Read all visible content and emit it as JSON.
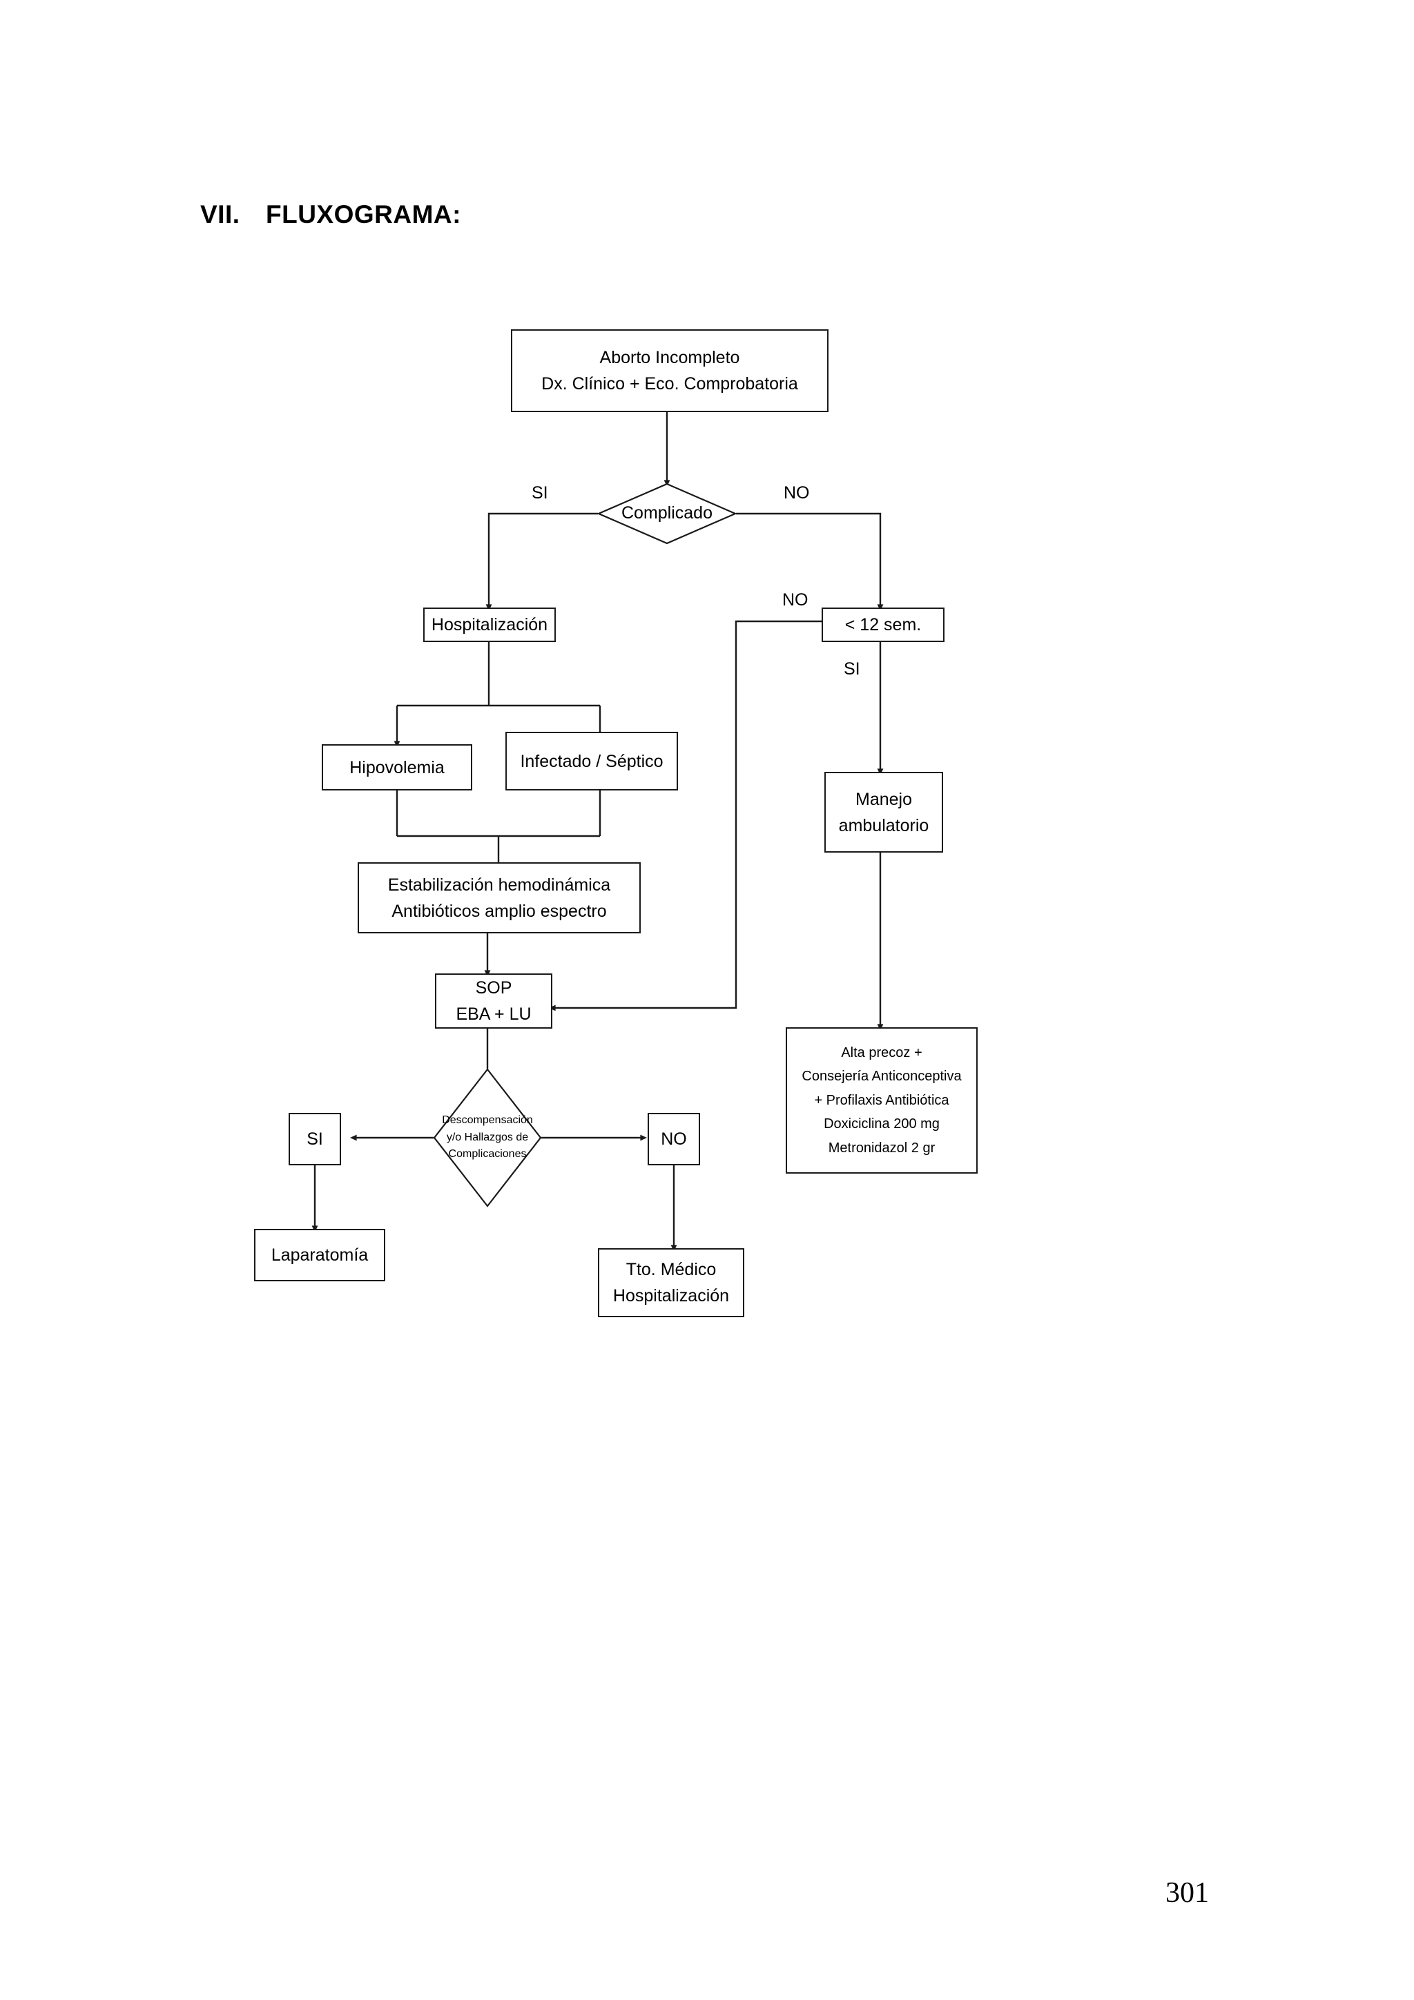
{
  "document": {
    "section_number": "VII.",
    "section_title": "FLUXOGRAMA:",
    "page_number": "301"
  },
  "flowchart": {
    "nodes": {
      "start": {
        "line1": "Aborto Incompleto",
        "line2": "Dx.  Clínico + Eco. Comprobatoria"
      },
      "complicado": {
        "label": "Complicado"
      },
      "hospitalizacion": {
        "label": "Hospitalización"
      },
      "menor12sem": {
        "label": "< 12 sem."
      },
      "hipovolemia": {
        "label": "Hipovolemia"
      },
      "infectado": {
        "label": "Infectado / Séptico"
      },
      "manejo": {
        "line1": "Manejo",
        "line2": "ambulatorio"
      },
      "estabilizacion": {
        "line1": "Estabilización hemodinámica",
        "line2": "Antibióticos amplio espectro"
      },
      "sop": {
        "line1": "SOP",
        "line2": "EBA + LU"
      },
      "descompensacion": {
        "line1": "Descompensación",
        "line2": "y/o Hallazgos de",
        "line3": "Complicaciones"
      },
      "si_box": {
        "label": "SI"
      },
      "no_box": {
        "label": "NO"
      },
      "laparatomia": {
        "label": "Laparatomía"
      },
      "tto_medico": {
        "line1": "Tto. Médico",
        "line2": "Hospitalización"
      },
      "alta_precoz": {
        "line1": "Alta precoz +",
        "line2": "Consejería  Anticonceptiva",
        "line3": "+ Profilaxis Antibiótica",
        "line4": "Doxiciclina 200  mg",
        "line5": "Metronidazol 2 gr"
      }
    },
    "edge_labels": {
      "complicado_si": "SI",
      "complicado_no": "NO",
      "menor12_no": "NO",
      "menor12_si": "SI"
    },
    "colors": {
      "stroke": "#1a1a1a",
      "background": "#ffffff",
      "text": "#000000"
    }
  }
}
